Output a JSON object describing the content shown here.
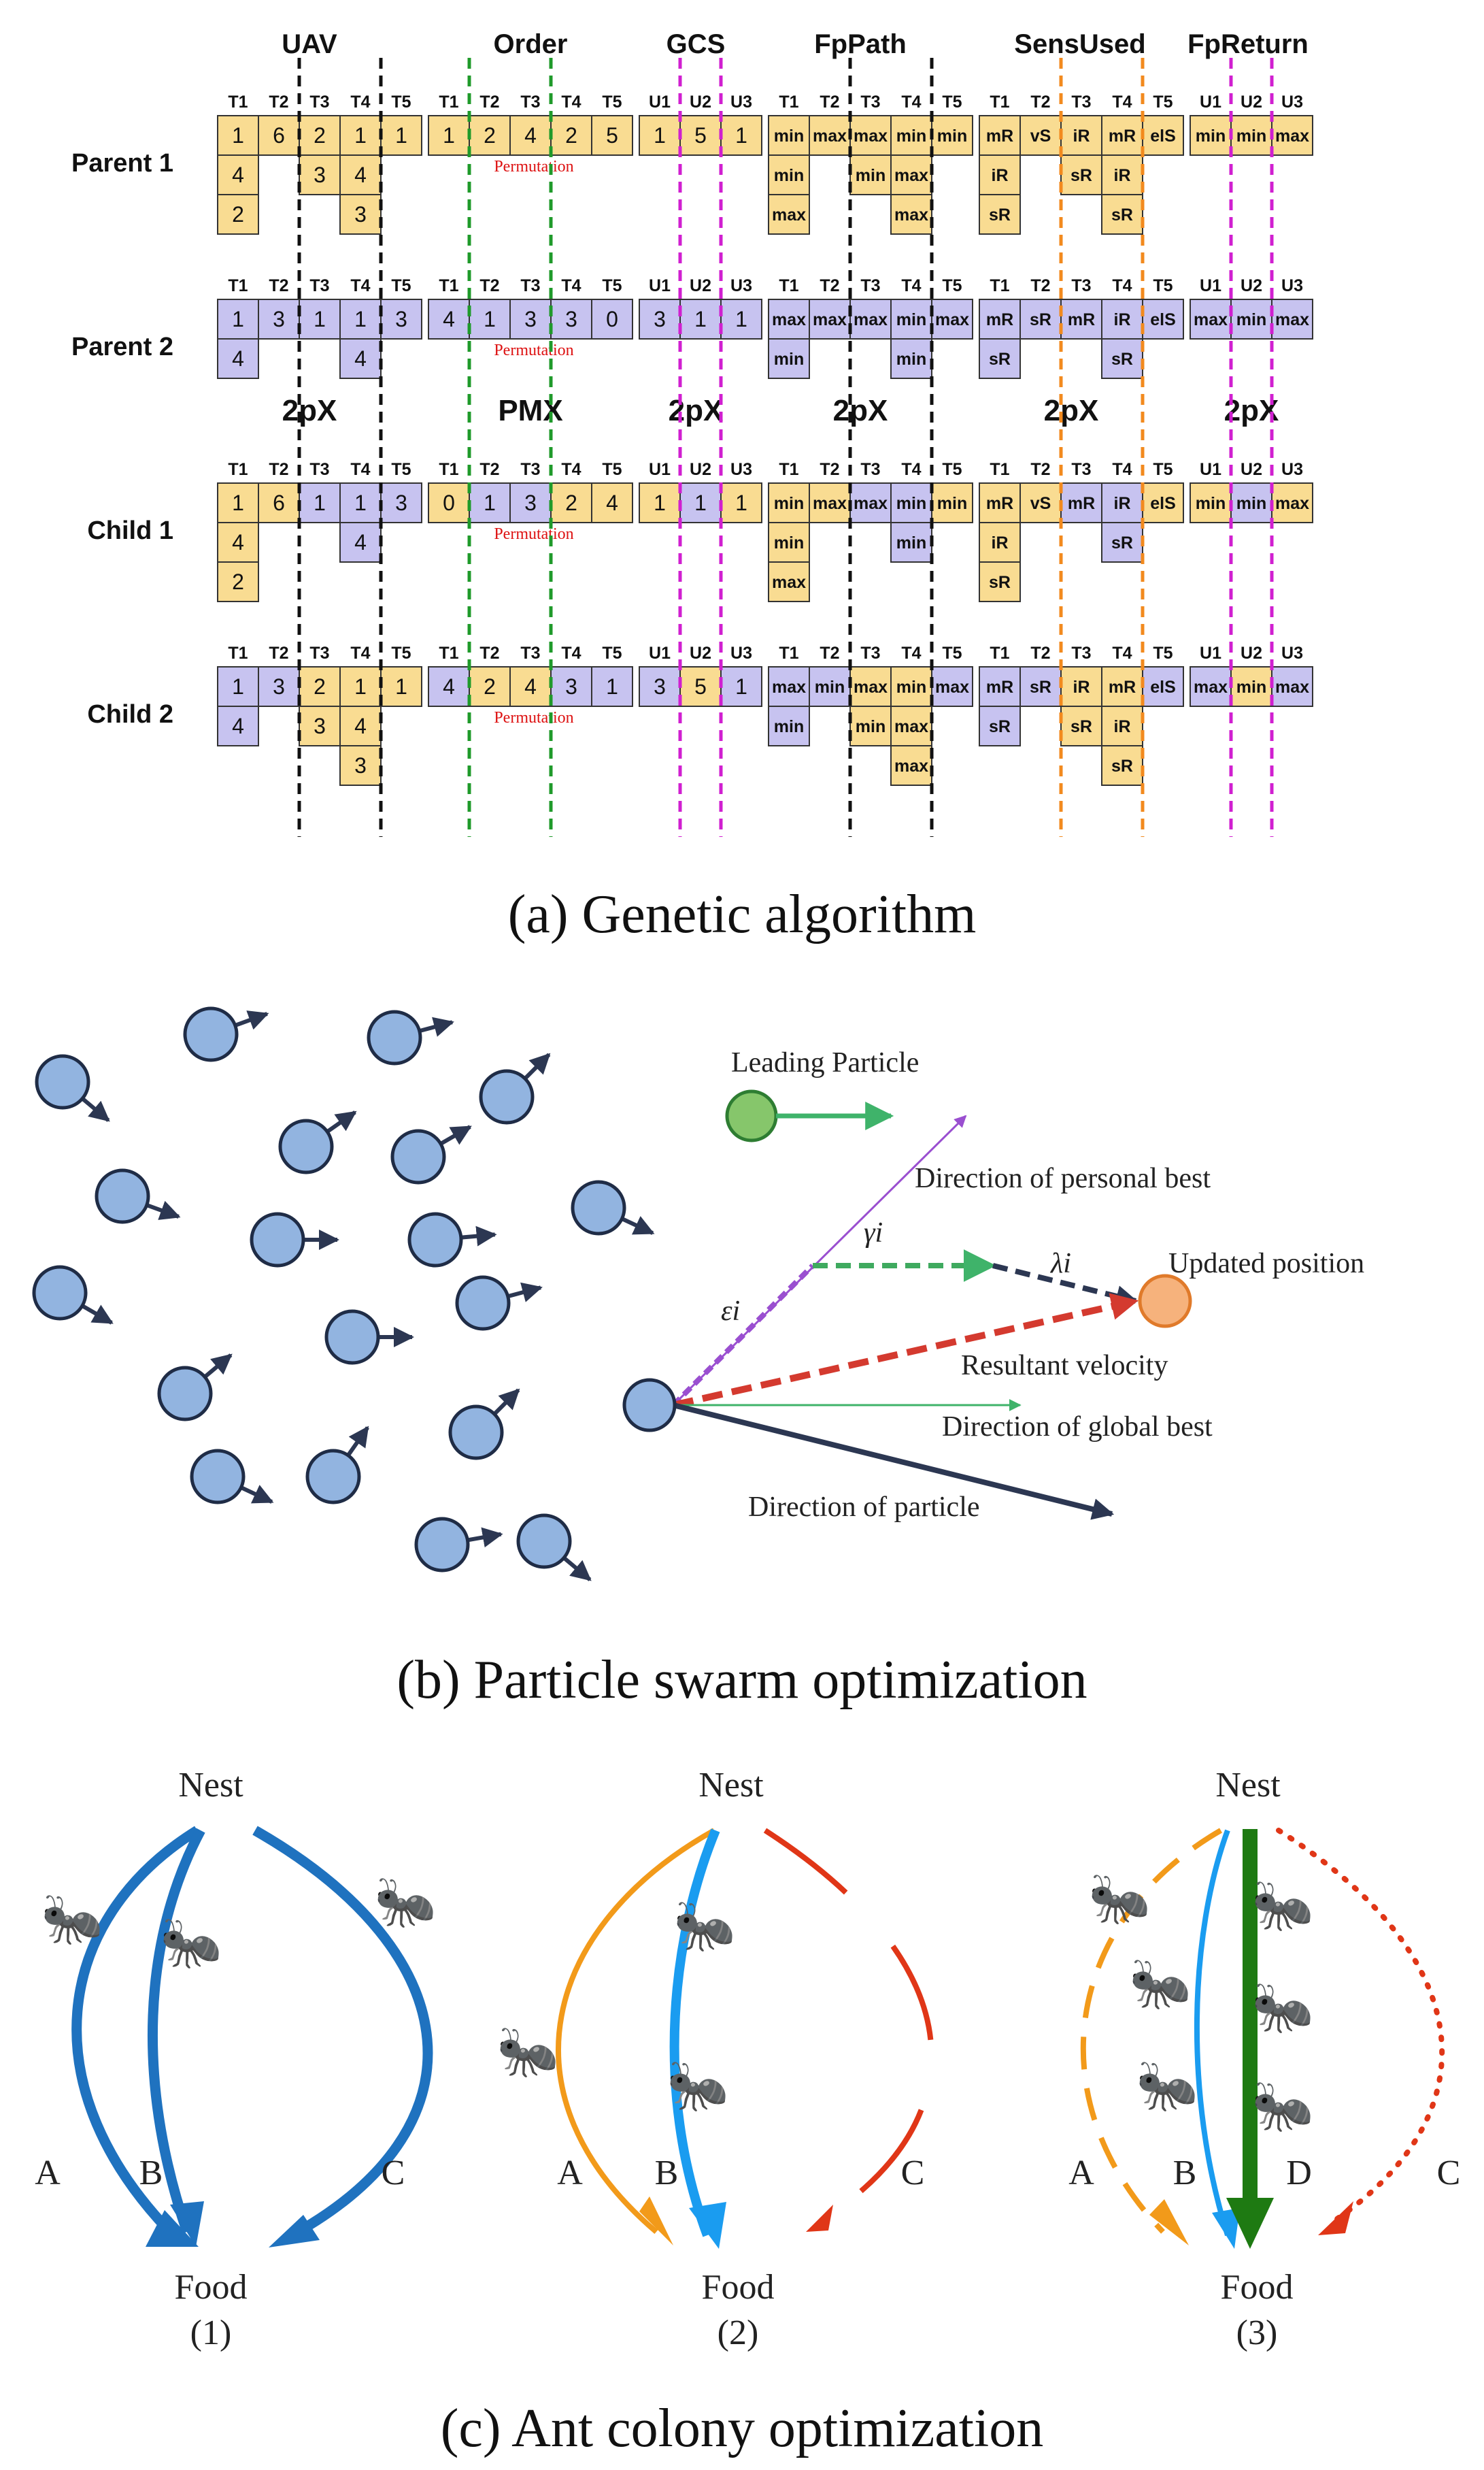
{
  "ga": {
    "headers": [
      "UAV",
      "Order",
      "GCS",
      "FpPath",
      "SensUsed",
      "FpReturn"
    ],
    "crossovers": [
      "2pX",
      "PMX",
      "2pX",
      "2pX",
      "2pX",
      "2pX"
    ],
    "permutation_label": "Permutation",
    "gene_labels": {
      "T": [
        "T1",
        "T2",
        "T3",
        "T4",
        "T5"
      ],
      "U": [
        "U1",
        "U2",
        "U3"
      ]
    },
    "rows": [
      {
        "label": "Parent 1",
        "uav": [
          [
            "1",
            "4",
            "2"
          ],
          [
            "6"
          ],
          [
            "2",
            "3"
          ],
          [
            "1",
            "4",
            "3"
          ],
          [
            "1"
          ]
        ],
        "order": [
          "1",
          "2",
          "4",
          "2",
          "5"
        ],
        "gcs": [
          "1",
          "5",
          "1"
        ],
        "fppath": [
          [
            "min",
            "min",
            "max"
          ],
          [
            "max"
          ],
          [
            "max",
            "min"
          ],
          [
            "min",
            "max",
            "max"
          ],
          [
            "min"
          ]
        ],
        "sens": [
          [
            "mR",
            "iR",
            "sR"
          ],
          [
            "vS"
          ],
          [
            "iR",
            "sR"
          ],
          [
            "mR",
            "iR",
            "sR"
          ],
          [
            "elS"
          ]
        ],
        "fpreturn": [
          "min",
          "min",
          "max"
        ]
      },
      {
        "label": "Parent 2",
        "uav": [
          [
            "1",
            "4"
          ],
          [
            "3"
          ],
          [
            "1"
          ],
          [
            "1",
            "4"
          ],
          [
            "3"
          ]
        ],
        "order": [
          "4",
          "1",
          "3",
          "3",
          "0"
        ],
        "gcs": [
          "3",
          "1",
          "1"
        ],
        "fppath": [
          [
            "max",
            "min"
          ],
          [
            "max"
          ],
          [
            "max"
          ],
          [
            "min",
            "min"
          ],
          [
            "max"
          ]
        ],
        "sens": [
          [
            "mR",
            "sR"
          ],
          [
            "sR"
          ],
          [
            "mR"
          ],
          [
            "iR",
            "sR"
          ],
          [
            "elS"
          ]
        ],
        "fpreturn": [
          "max",
          "min",
          "max"
        ]
      },
      {
        "label": "Child 1",
        "uav": [
          [
            "1",
            "4",
            "2"
          ],
          [
            "6"
          ],
          [
            "1"
          ],
          [
            "1",
            "4"
          ],
          [
            "3"
          ]
        ],
        "order": [
          "0",
          "1",
          "3",
          "2",
          "4"
        ],
        "gcs": [
          "1",
          "1",
          "1"
        ],
        "fppath": [
          [
            "min",
            "min",
            "max"
          ],
          [
            "max"
          ],
          [
            "max"
          ],
          [
            "min",
            "min"
          ],
          [
            "min"
          ]
        ],
        "sens": [
          [
            "mR",
            "iR",
            "sR"
          ],
          [
            "vS"
          ],
          [
            "mR"
          ],
          [
            "iR",
            "sR"
          ],
          [
            "elS"
          ]
        ],
        "fpreturn": [
          "min",
          "min",
          "max"
        ]
      },
      {
        "label": "Child 2",
        "uav": [
          [
            "1",
            "4"
          ],
          [
            "3"
          ],
          [
            "2",
            "3"
          ],
          [
            "1",
            "4",
            "3"
          ],
          [
            "1"
          ]
        ],
        "order": [
          "4",
          "2",
          "4",
          "3",
          "1"
        ],
        "gcs": [
          "3",
          "5",
          "1"
        ],
        "fppath": [
          [
            "max",
            "min"
          ],
          [
            "min"
          ],
          [
            "max",
            "min"
          ],
          [
            "min",
            "max",
            "max"
          ],
          [
            "max"
          ]
        ],
        "sens": [
          [
            "mR",
            "sR"
          ],
          [
            "sR"
          ],
          [
            "iR",
            "sR"
          ],
          [
            "mR",
            "iR",
            "sR"
          ],
          [
            "elS"
          ]
        ],
        "fpreturn": [
          "max",
          "min",
          "max"
        ]
      }
    ],
    "caption": "(a) Genetic algorithm"
  },
  "pso": {
    "leading_particle": "Leading Particle",
    "personal_best": "Direction of personal best",
    "updated_position": "Updated position",
    "resultant_velocity": "Resultant velocity",
    "global_best": "Direction of global best",
    "direction_particle": "Direction of particle",
    "epsilon": "εi",
    "gamma": "γi",
    "lambda": "λi",
    "caption": "(b) Particle swarm optimization"
  },
  "aco": {
    "panels": [
      {
        "nest": "Nest",
        "food": "Food",
        "number": "(1)",
        "paths": [
          "A",
          "B",
          "C"
        ]
      },
      {
        "nest": "Nest",
        "food": "Food",
        "number": "(2)",
        "paths": [
          "A",
          "B",
          "C"
        ]
      },
      {
        "nest": "Nest",
        "food": "Food",
        "number": "(3)",
        "paths": [
          "A",
          "B",
          "D",
          "C"
        ]
      }
    ],
    "ant_glyph": "🐜",
    "caption": "(c) Ant colony optimization"
  },
  "colors": {
    "parent1_cell": "#f9dc92",
    "parent2_cell": "#c7c3f0",
    "pso_particle": "#92b4e0",
    "pso_leading": "#86c66b",
    "pso_updated": "#f6b27c",
    "aco_blue": "#1f72bf",
    "aco_light_blue": "#1a9cf0",
    "aco_orange": "#f29a1a",
    "aco_red": "#e03617",
    "aco_green": "#1e7a12"
  }
}
